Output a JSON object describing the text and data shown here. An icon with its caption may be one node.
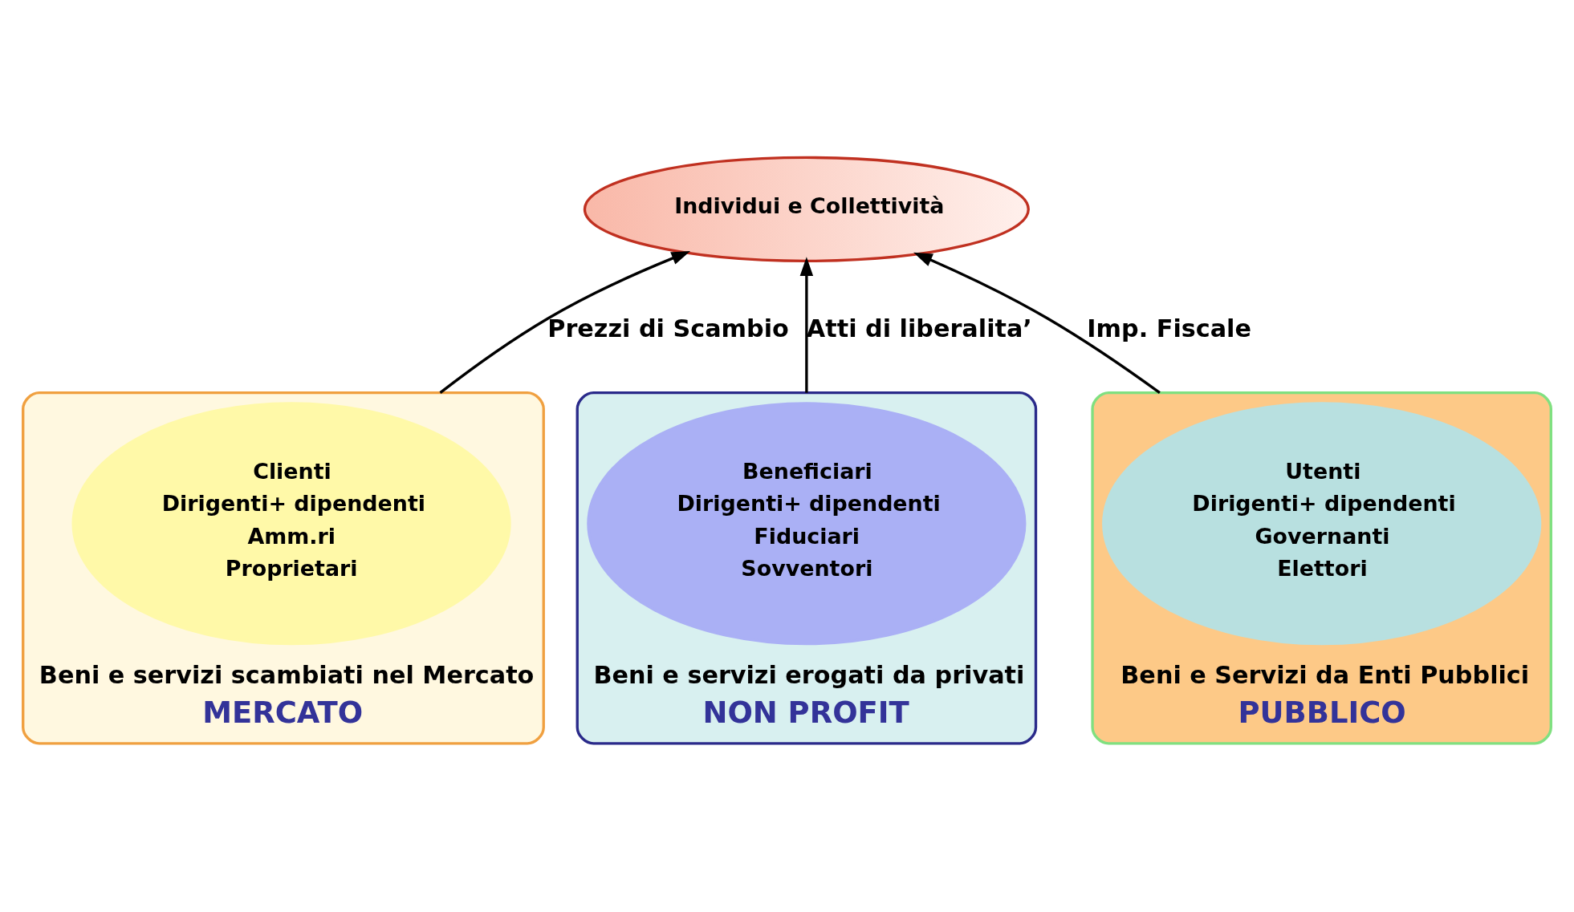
{
  "diagram": {
    "nodes": [
      {
        "text": [
          "Individui e Collettività"
        ]
      },
      {
        "text": [
          "Beni e servizi scambiati nel Mercato",
          "MERCATO"
        ]
      },
      {
        "text": [
          "Clienti",
          "Dirigenti+ dipendenti",
          "Amm.ri",
          "Proprietari"
        ],
        "in": 1
      },
      {
        "text": [
          "Beni e servizi erogati da privati",
          "NON PROFIT"
        ]
      },
      {
        "text": [
          "Beneficiari",
          "Dirigenti+ dipendenti",
          "Fiduciari",
          "Sovventori"
        ],
        "in": 3
      },
      {
        "text": [
          "Beni e Servizi da Enti Pubblici",
          "PUBBLICO"
        ]
      },
      {
        "text": [
          "Utenti",
          "Dirigenti+ dipendenti",
          "Governanti",
          "Elettori"
        ],
        "in": 5
      }
    ],
    "edges": [
      {
        "from": 1,
        "to": 0,
        "arrow": "to",
        "label": "Prezzi di Scambio"
      },
      {
        "from": 3,
        "to": 0,
        "arrow": "to",
        "label": "Atti di liberalita’"
      },
      {
        "from": 5,
        "to": 0,
        "arrow": "to",
        "label": "Imp. Fiscale"
      }
    ]
  }
}
